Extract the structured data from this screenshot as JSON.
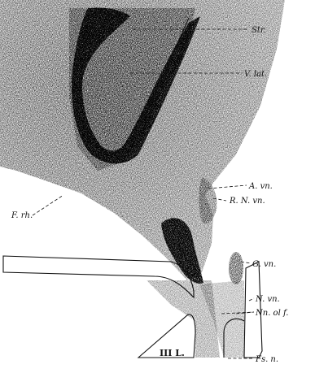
{
  "labels": {
    "str": "Str.",
    "v_lat": "V. lat.",
    "a_vn": "A. vn.",
    "r_n_vn": "R. N. vn.",
    "f_rh": "F. rh.",
    "g_vn": "G. vn.",
    "n_vn": "N. vn.",
    "nn_olf": "Nn. ol f.",
    "fs_n": "Fs. n.",
    "iii_l": "III L."
  }
}
